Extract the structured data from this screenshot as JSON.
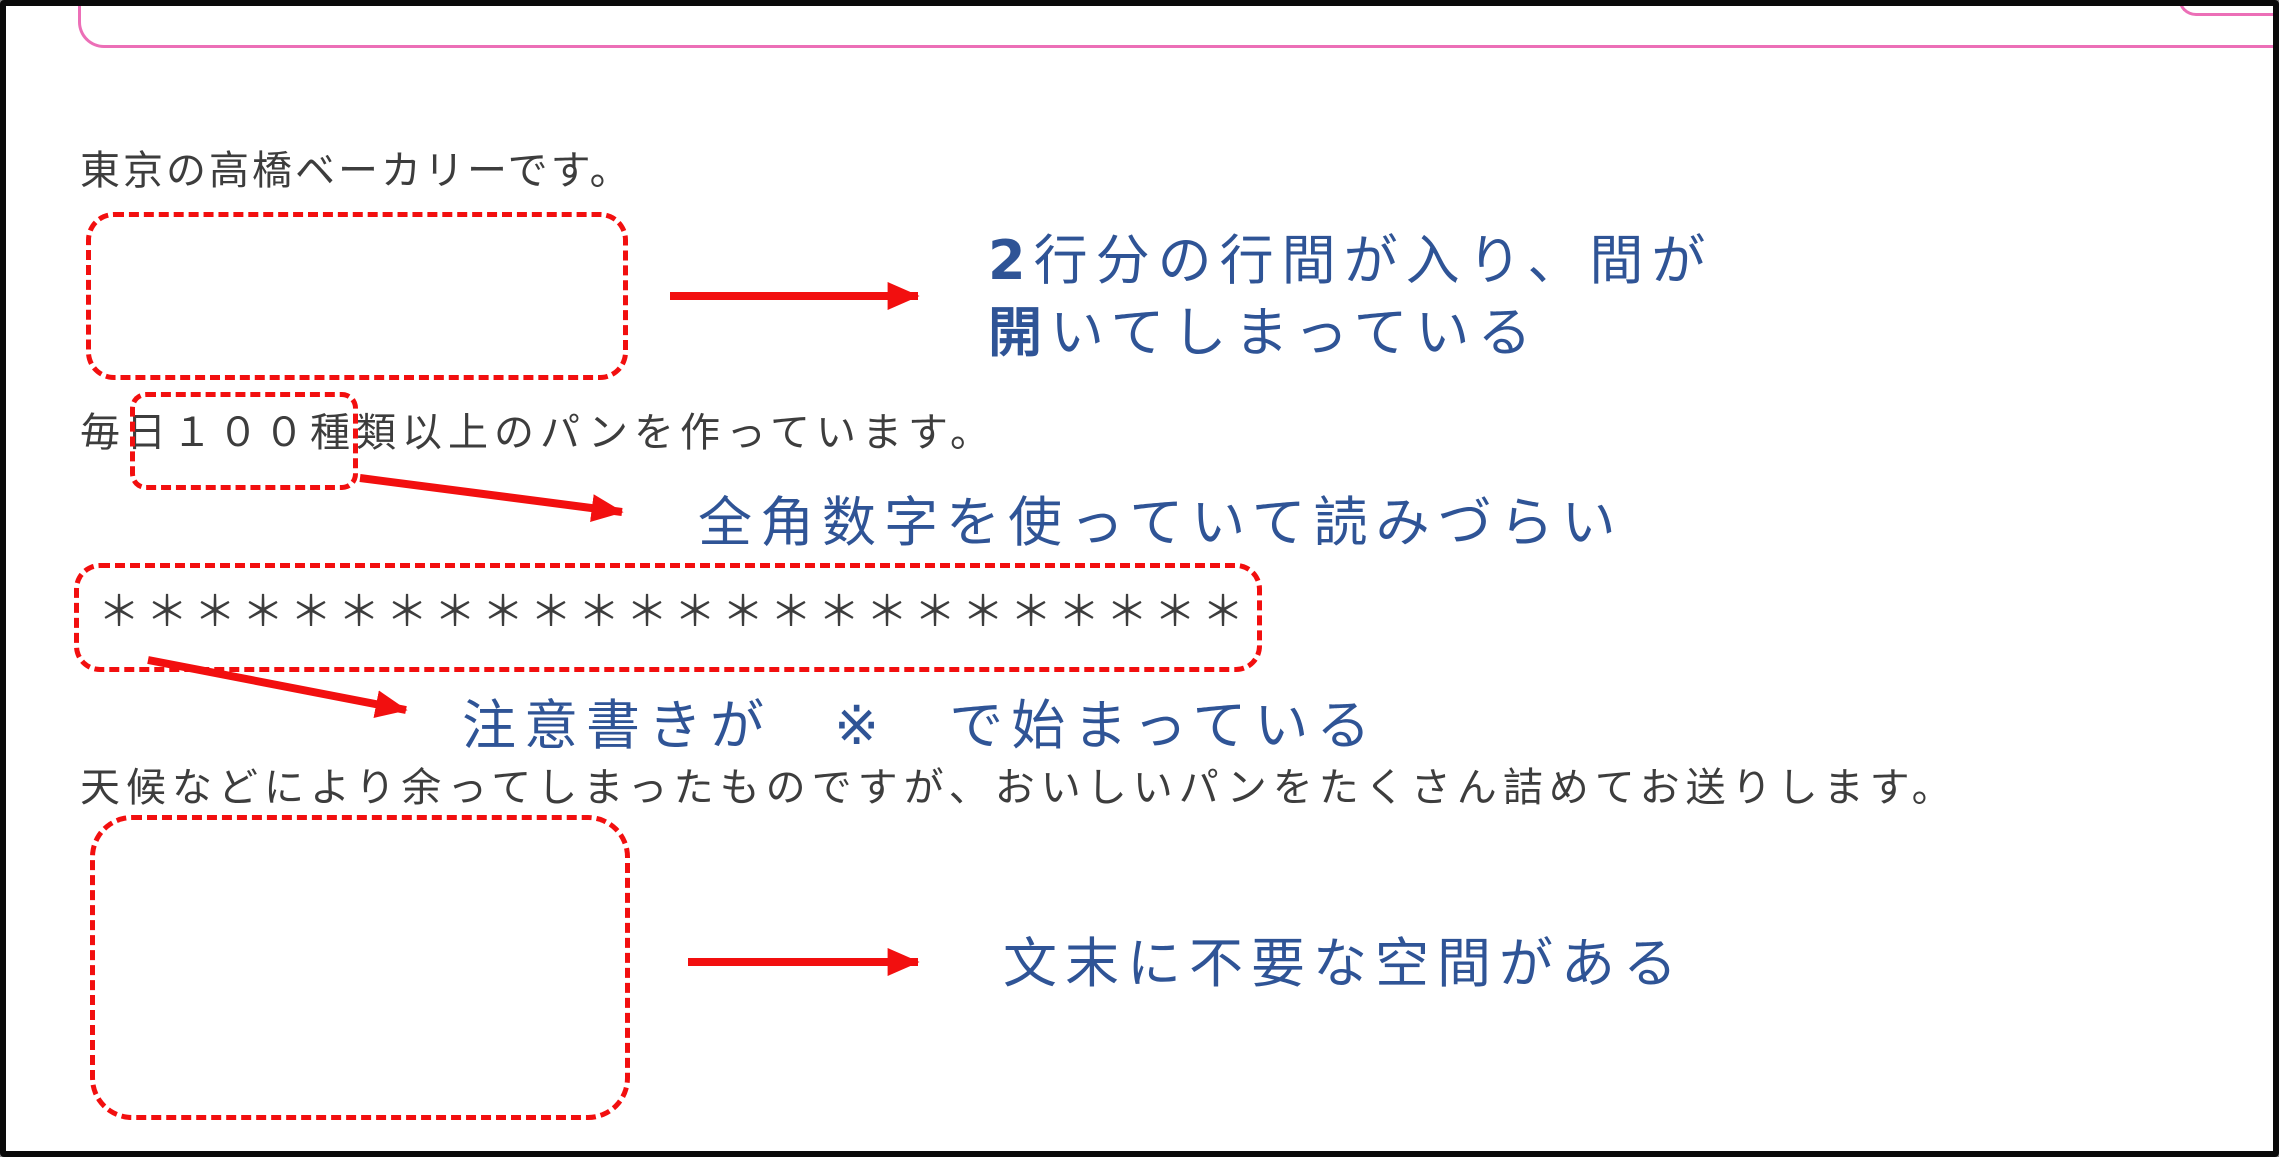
{
  "colors": {
    "red": "#f20f0f",
    "pink": "#ec6fb7",
    "blue": "#2f5496",
    "text": "#3d3d3d",
    "border": "#0a0a0a"
  },
  "document": {
    "line1": "東京の高橋ベーカリーです。",
    "line2": "毎日１００種類以上のパンを作っています。",
    "asterisk_row": "＊＊＊＊＊＊＊＊＊＊＊＊＊＊＊＊＊＊＊＊＊＊＊＊",
    "line3": "天候などにより余ってしまったものですが、おいしいパンをたくさん詰めてお送りします。"
  },
  "annotations": {
    "line_gap": {
      "line1": "2行分の行間が入り、間が",
      "line2": "開いてしまっている"
    },
    "fullwidth_digits": {
      "label": "全角数字を使っていて読みづらい"
    },
    "note_marker": {
      "label": "注意書きが　※　で始まっている"
    },
    "trailing_space": {
      "label": "文末に不要な空間がある"
    }
  }
}
